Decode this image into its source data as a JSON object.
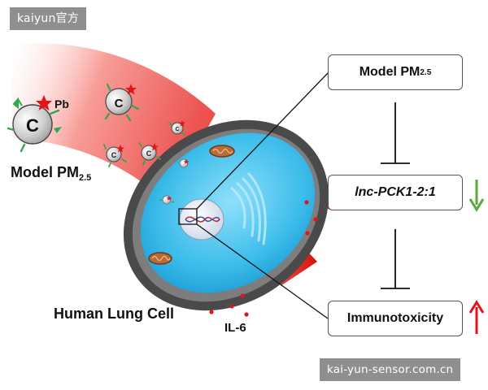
{
  "watermarks": {
    "top": "kaiyun官方",
    "bottom": "kai-yun-sensor.com.cn"
  },
  "labels": {
    "model_pm_main": "Model PM",
    "model_pm_sub": "2.5",
    "human_lung_cell": "Human Lung Cell",
    "il6": "IL-6",
    "pb": "Pb",
    "carbon": "C"
  },
  "flow": {
    "box1_main": "Model PM",
    "box1_sub": "2.5",
    "box2": "lnc-PCK1-2:1",
    "box3": "Immunotoxicity"
  },
  "indicators": {
    "lnc_trend": "down",
    "immuno_trend": "up"
  },
  "colors": {
    "stream_red": "#e8322f",
    "down_arrow": "#5ba93b",
    "up_arrow": "#e0151c",
    "cytoplasm": "#36b8e6",
    "membrane": "#4a4a4a"
  }
}
